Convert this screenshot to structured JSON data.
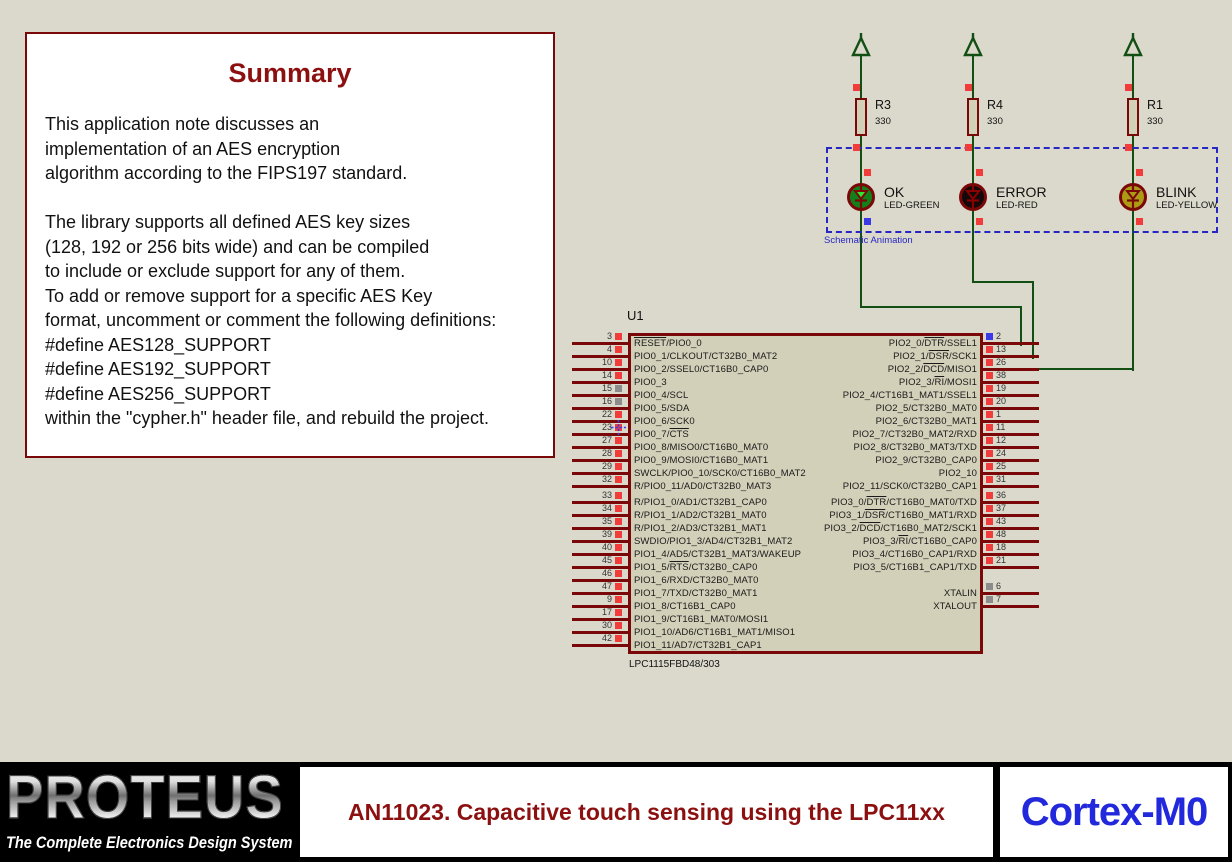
{
  "summary": {
    "title": "Summary",
    "lines": [
      "This application note discusses an",
      "implementation of an AES encryption",
      "algorithm according to the FIPS197 standard.",
      "",
      "The library supports all defined AES key sizes",
      "(128, 192 or 256 bits wide) and can be compiled",
      "to include or exclude support for any of them.",
      "To add or remove support for a specific AES Key",
      "format, uncomment or comment the following definitions:",
      "#define AES128_SUPPORT",
      "#define AES192_SUPPORT",
      "#define AES256_SUPPORT",
      "within the \"cypher.h\" header file, and rebuild the project."
    ]
  },
  "animation_box": {
    "label": "Schematic Animation"
  },
  "channels": [
    {
      "resistor": {
        "ref": "R3",
        "value": "330"
      },
      "led": {
        "name": "OK",
        "model": "LED-GREEN"
      },
      "led_fill": "#13811A",
      "state_marker_below": "blue"
    },
    {
      "resistor": {
        "ref": "R4",
        "value": "330"
      },
      "led": {
        "name": "ERROR",
        "model": "LED-RED"
      },
      "led_fill": "#140808",
      "state_marker_below": "red"
    },
    {
      "resistor": {
        "ref": "R1",
        "value": "330"
      },
      "led": {
        "name": "BLINK",
        "model": "LED-YELLOW"
      },
      "led_fill": "#AC9C14",
      "state_marker_below": "red"
    }
  ],
  "chip": {
    "ref": "U1",
    "part": "LPC1115FBD48/303",
    "pins": {
      "left_top": [
        {
          "n": "3",
          "label": "RESET/PIO0_0",
          "bar": "RESET",
          "sq": "red"
        },
        {
          "n": "4",
          "label": "PIO0_1/CLKOUT/CT32B0_MAT2",
          "sq": "red"
        },
        {
          "n": "10",
          "label": "PIO0_2/SSEL0/CT16B0_CAP0",
          "sq": "red"
        },
        {
          "n": "14",
          "label": "PIO0_3",
          "sq": "red"
        },
        {
          "n": "15",
          "label": "PIO0_4/SCL",
          "sq": "gray"
        },
        {
          "n": "16",
          "label": "PIO0_5/SDA",
          "sq": "gray"
        },
        {
          "n": "22",
          "label": "PIO0_6/SCK0",
          "sq": "red"
        },
        {
          "n": "23",
          "label": "PIO0_7/CTS",
          "bar": "CTS",
          "sq": "red",
          "cross": true
        },
        {
          "n": "27",
          "label": "PIO0_8/MISO0/CT16B0_MAT0",
          "sq": "red"
        },
        {
          "n": "28",
          "label": "PIO0_9/MOSI0/CT16B0_MAT1",
          "sq": "red"
        },
        {
          "n": "29",
          "label": "SWCLK/PIO0_10/SCK0/CT16B0_MAT2",
          "sq": "red"
        },
        {
          "n": "32",
          "label": "R/PIO0_11/AD0/CT32B0_MAT3",
          "sq": "red"
        }
      ],
      "left_bottom": [
        {
          "n": "33",
          "label": "R/PIO1_0/AD1/CT32B1_CAP0",
          "sq": "red"
        },
        {
          "n": "34",
          "label": "R/PIO1_1/AD2/CT32B1_MAT0",
          "sq": "red"
        },
        {
          "n": "35",
          "label": "R/PIO1_2/AD3/CT32B1_MAT1",
          "sq": "red"
        },
        {
          "n": "39",
          "label": "SWDIO/PIO1_3/AD4/CT32B1_MAT2",
          "sq": "red"
        },
        {
          "n": "40",
          "label": "PIO1_4/AD5/CT32B1_MAT3/WAKEUP",
          "sq": "red"
        },
        {
          "n": "45",
          "label": "PIO1_5/RTS/CT32B0_CAP0",
          "bar": "RTS",
          "sq": "red"
        },
        {
          "n": "46",
          "label": "PIO1_6/RXD/CT32B0_MAT0",
          "sq": "red"
        },
        {
          "n": "47",
          "label": "PIO1_7/TXD/CT32B0_MAT1",
          "sq": "red"
        },
        {
          "n": "9",
          "label": "PIO1_8/CT16B1_CAP0",
          "sq": "red"
        },
        {
          "n": "17",
          "label": "PIO1_9/CT16B1_MAT0/MOSI1",
          "sq": "red"
        },
        {
          "n": "30",
          "label": "PIO1_10/AD6/CT16B1_MAT1/MISO1",
          "sq": "red"
        },
        {
          "n": "42",
          "label": "PIO1_11/AD7/CT32B1_CAP1",
          "sq": "red"
        }
      ],
      "right_top": [
        {
          "n": "2",
          "label": "PIO2_0/DTR/SSEL1",
          "bar": "DTR",
          "sq": "blue"
        },
        {
          "n": "13",
          "label": "PIO2_1/DSR/SCK1",
          "bar": "DSR",
          "sq": "red"
        },
        {
          "n": "26",
          "label": "PIO2_2/DCD/MISO1",
          "bar": "DCD",
          "sq": "red"
        },
        {
          "n": "38",
          "label": "PIO2_3/RI/MOSI1",
          "bar": "RI",
          "sq": "red"
        },
        {
          "n": "19",
          "label": "PIO2_4/CT16B1_MAT1/SSEL1",
          "sq": "red"
        },
        {
          "n": "20",
          "label": "PIO2_5/CT32B0_MAT0",
          "sq": "red"
        },
        {
          "n": "1",
          "label": "PIO2_6/CT32B0_MAT1",
          "sq": "red"
        },
        {
          "n": "11",
          "label": "PIO2_7/CT32B0_MAT2/RXD",
          "sq": "red"
        },
        {
          "n": "12",
          "label": "PIO2_8/CT32B0_MAT3/TXD",
          "sq": "red"
        },
        {
          "n": "24",
          "label": "PIO2_9/CT32B0_CAP0",
          "sq": "red"
        },
        {
          "n": "25",
          "label": "PIO2_10",
          "sq": "red"
        },
        {
          "n": "31",
          "label": "PIO2_11/SCK0/CT32B0_CAP1",
          "sq": "red"
        }
      ],
      "right_bottom": [
        {
          "n": "36",
          "label": "PIO3_0/DTR/CT16B0_MAT0/TXD",
          "bar": "DTR",
          "sq": "red"
        },
        {
          "n": "37",
          "label": "PIO3_1/DSR/CT16B0_MAT1/RXD",
          "bar": "DSR",
          "sq": "red"
        },
        {
          "n": "43",
          "label": "PIO3_2/DCD/CT16B0_MAT2/SCK1",
          "bar": "DCD",
          "sq": "red"
        },
        {
          "n": "48",
          "label": "PIO3_3/RI/CT16B0_CAP0",
          "bar": "RI",
          "sq": "red"
        },
        {
          "n": "18",
          "label": "PIO3_4/CT16B0_CAP1/RXD",
          "sq": "red"
        },
        {
          "n": "21",
          "label": "PIO3_5/CT16B1_CAP1/TXD",
          "sq": "red"
        },
        {
          "n": "6",
          "label": "XTALIN",
          "sq": "gray",
          "row": 7
        },
        {
          "n": "7",
          "label": "XTALOUT",
          "sq": "gray",
          "row": 8
        }
      ]
    }
  },
  "banner": {
    "logo": "PROTEUS",
    "tagline": "The Complete Electronics Design System",
    "title": "AN11023. Capacitive touch sensing using the LPC11xx",
    "cpu": "Cortex-M0"
  },
  "colors": {
    "background": "#DBD9CC",
    "component_fill": "#D3D0B9",
    "component_outline": "#7A0808",
    "wire_green": "#134E13",
    "annotation_blue": "#2626C4",
    "title_red": "#8C1010",
    "cpu_blue": "#2228DC",
    "marker_high_red": "#F23B3B",
    "marker_low_blue": "#3A3AE6",
    "marker_float_gray": "#8C8C8C"
  }
}
